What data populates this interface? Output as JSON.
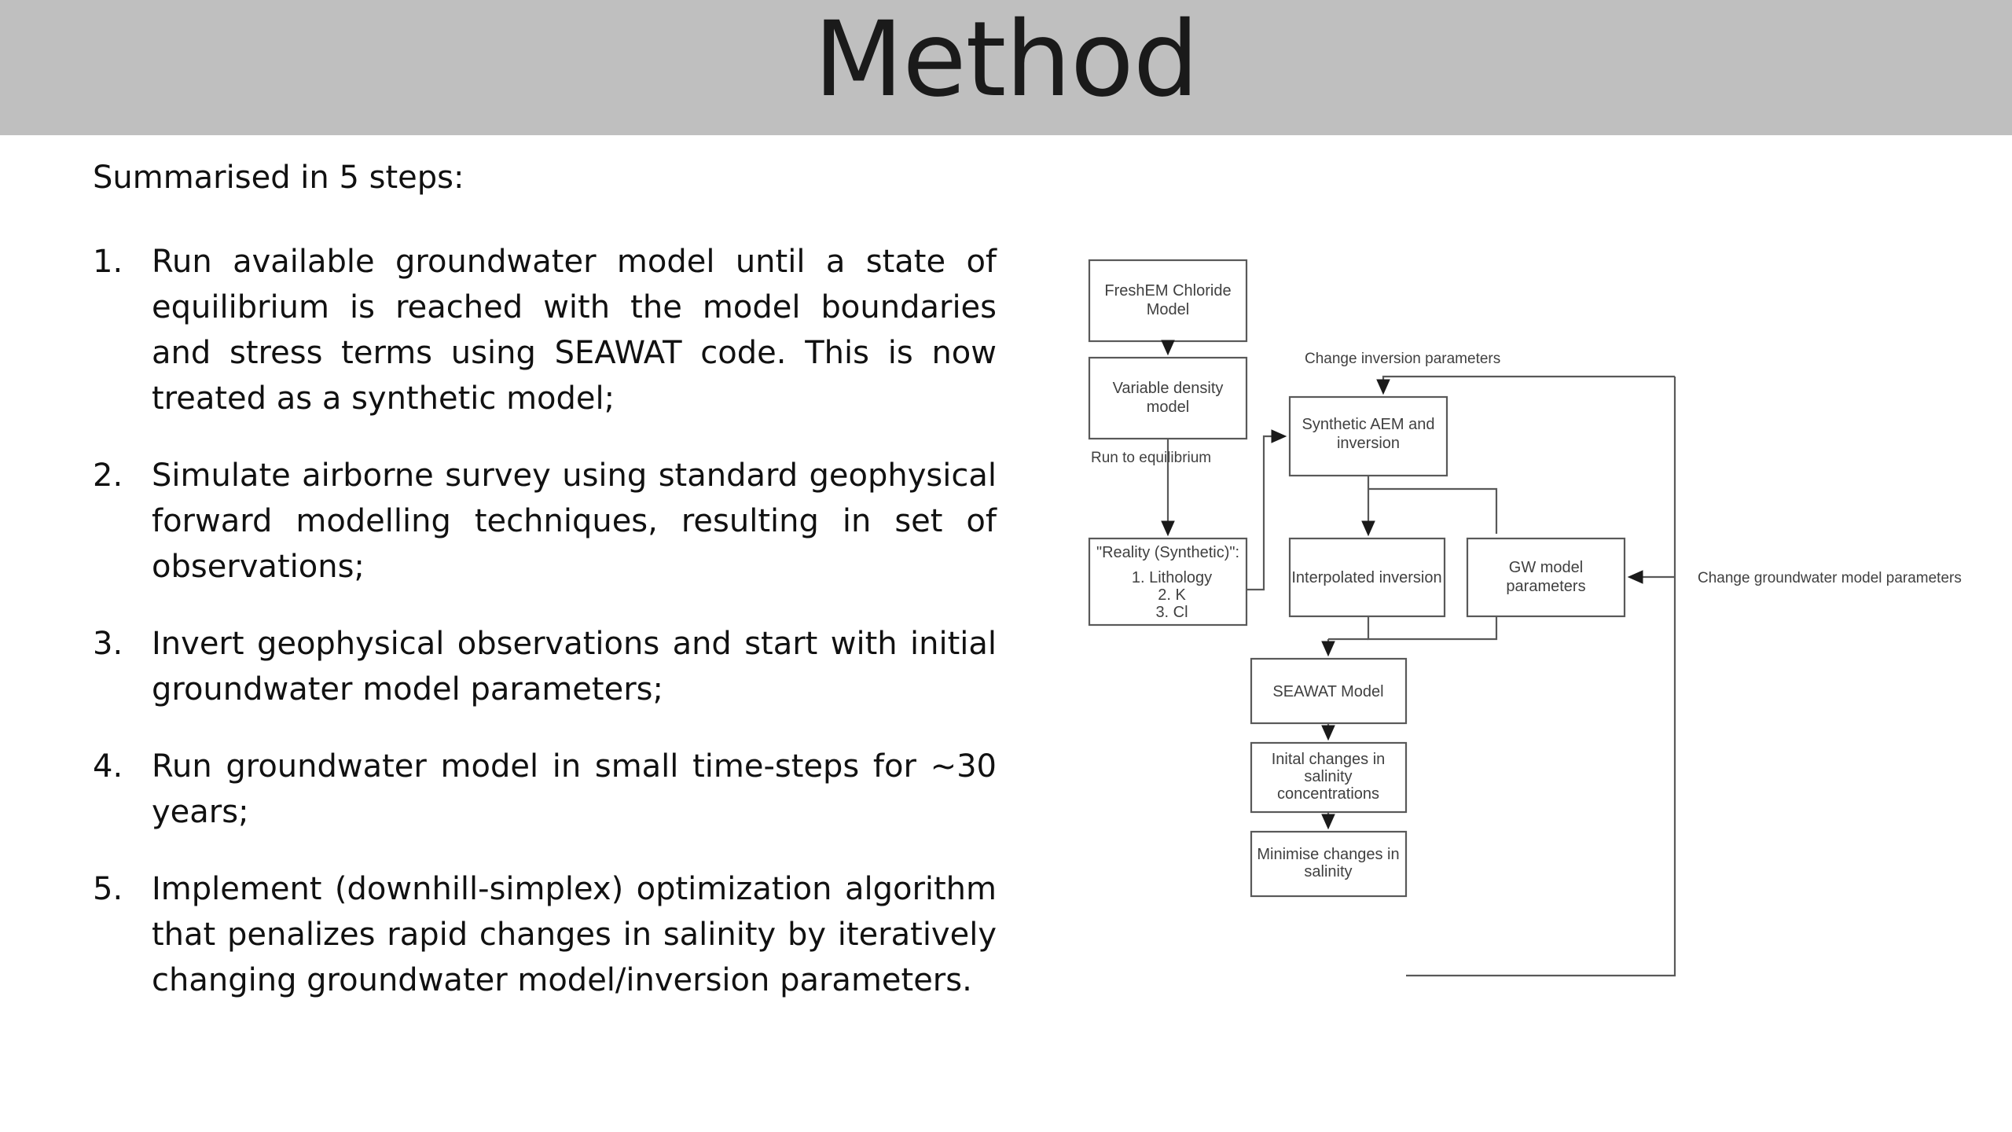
{
  "header": {
    "title": "Method",
    "banner_color": "#bfbfbf"
  },
  "body": {
    "intro": "Summarised in 5 steps:",
    "steps": [
      {
        "number": "1.",
        "text": "Run available groundwater model until a state of equilibrium is reached with the model boundaries and stress terms using SEAWAT code. This is now treated as a synthetic model;"
      },
      {
        "number": "2.",
        "text": "Simulate airborne survey using standard geophysical forward modelling techniques, resulting in set of observations;"
      },
      {
        "number": "3.",
        "text": "Invert geophysical observations and start with initial groundwater model parameters;"
      },
      {
        "number": "4.",
        "text": "Run groundwater model in small time-steps for ~30 years;"
      },
      {
        "number": "5.",
        "text": "Implement (downhill-simplex) optimization algorithm that penalizes rapid changes in salinity by iteratively changing groundwater model/inversion parameters."
      }
    ]
  },
  "flowchart": {
    "stroke_color": "#595959",
    "text_color": "#404040",
    "boxes": {
      "freshem": {
        "line1": "FreshEM Chloride",
        "line2": "Model"
      },
      "variable_density": {
        "line1": "Variable density",
        "line2": "model"
      },
      "reality": {
        "line1": "\"Reality (Synthetic)\":",
        "item1": "1. Lithology",
        "item2": "2. K",
        "item3": "3. Cl"
      },
      "synthetic_aem": {
        "line1": "Synthetic AEM and",
        "line2": "inversion"
      },
      "interpolated_inversion": {
        "line1": "Interpolated inversion"
      },
      "gw_model_parameters": {
        "line1": "GW model",
        "line2": "parameters"
      },
      "seawat": {
        "line1": "SEAWAT Model"
      },
      "initial_changes": {
        "line1": "Inital changes in",
        "line2": "salinity",
        "line3": "concentrations"
      },
      "minimise_changes": {
        "line1": "Minimise changes in",
        "line2": "salinity"
      }
    },
    "edge_labels": {
      "run_to_equilibrium": "Run to equilibrium",
      "change_inversion_parameters": "Change inversion parameters",
      "change_gw_model_parameters": "Change groundwater model parameters"
    }
  }
}
